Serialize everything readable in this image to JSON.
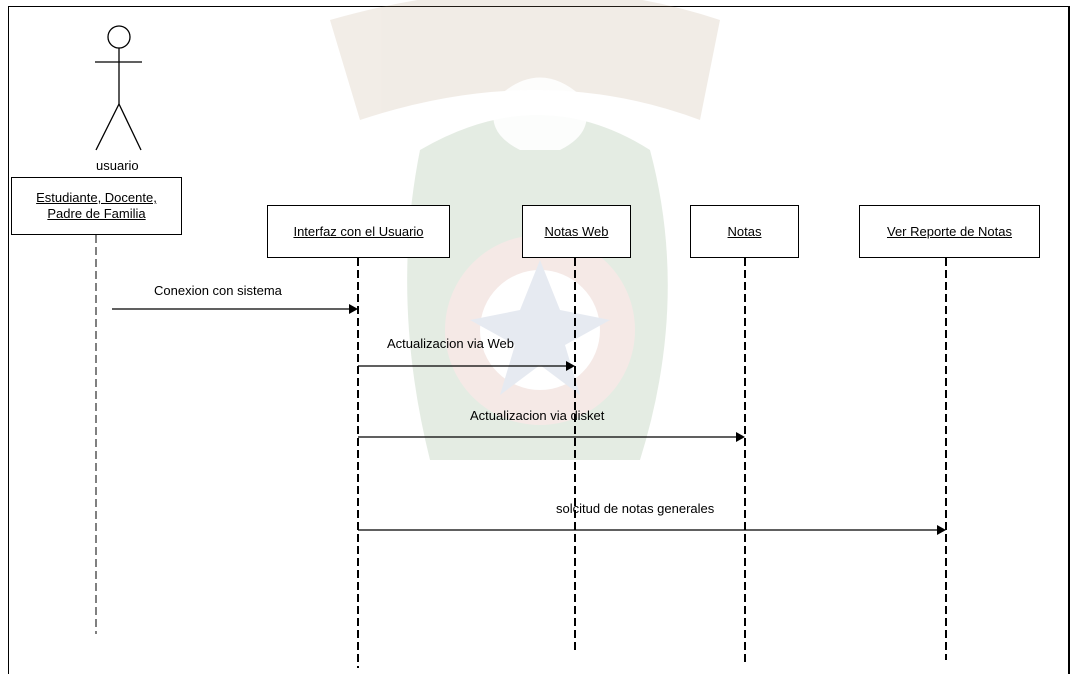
{
  "actor": {
    "name": "usuario",
    "box_line1": "Estudiante, Docente,",
    "box_line2": "Padre de Familia"
  },
  "objects": [
    {
      "id": "interfaz",
      "label": "Interfaz con el  Usuario"
    },
    {
      "id": "notasweb",
      "label": "Notas Web"
    },
    {
      "id": "notas",
      "label": "Notas"
    },
    {
      "id": "reporte",
      "label": "Ver Reporte de Notas"
    }
  ],
  "messages": [
    {
      "from": "actor",
      "to": "interfaz",
      "label": "Conexion con sistema"
    },
    {
      "from": "interfaz",
      "to": "notasweb",
      "label": "Actualizacion via Web"
    },
    {
      "from": "interfaz",
      "to": "notas",
      "label": "Actualizacion via disket"
    },
    {
      "from": "interfaz",
      "to": "reporte",
      "label": "solcitud de notas generales"
    }
  ]
}
